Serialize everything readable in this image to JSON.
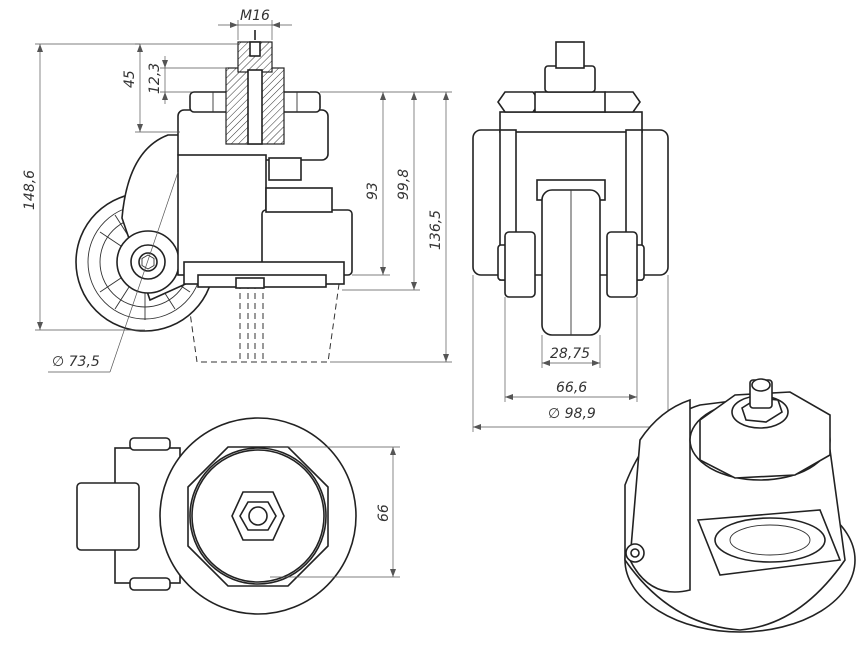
{
  "drawing": {
    "subject": "Leveling caster with adjustable foot",
    "dimensions": {
      "thread": "M16",
      "d45": "45",
      "d12_3": "12,3",
      "d148_6": "148,6",
      "d93": "93",
      "d99_8": "99,8",
      "d136_5": "136,5",
      "wheel_dia": "∅ 73,5",
      "d28_75": "28,75",
      "d66_6": "66,6",
      "base_dia": "∅ 98,9",
      "d66": "66"
    }
  }
}
